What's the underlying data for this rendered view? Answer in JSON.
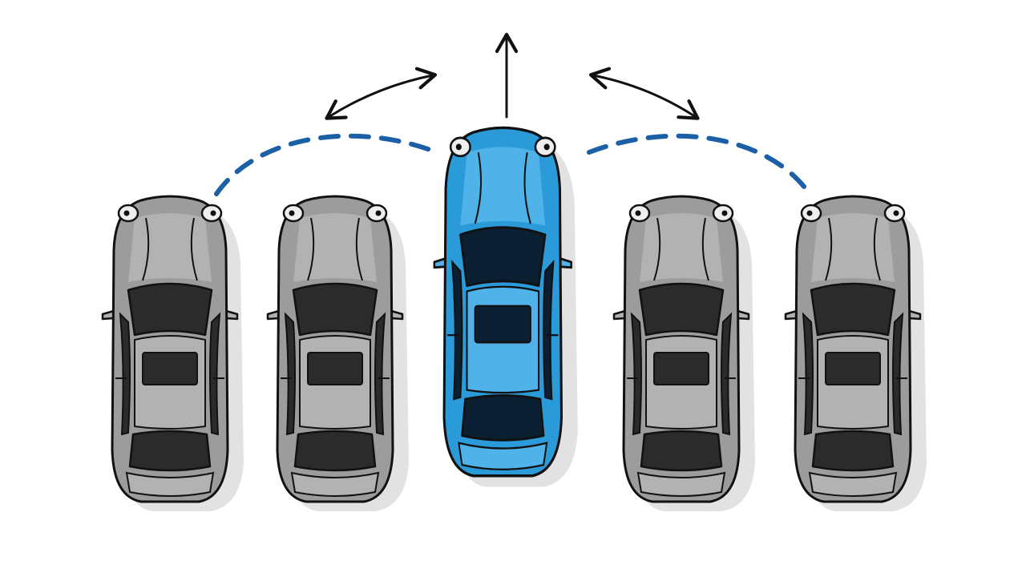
{
  "colors": {
    "background": "#ffffff",
    "outline": "#111111",
    "shadow": "#e2e2e2",
    "parked_body": "#9c9c9c",
    "parked_body_light": "#b2b2b2",
    "parked_glass": "#2b2b2b",
    "highlight_body": "#2b9ad8",
    "highlight_body_light": "#4fb3ea",
    "highlight_glass": "#0b1f33",
    "headlight": "#eeeeee",
    "path_dash": "#1b5fa6",
    "arrow": "#111111"
  },
  "cars": [
    {
      "id": "parked-car-1",
      "kind": "parked",
      "facing": "up"
    },
    {
      "id": "parked-car-2",
      "kind": "parked",
      "facing": "up"
    },
    {
      "id": "highlighted-car",
      "kind": "highlighted",
      "facing": "up"
    },
    {
      "id": "parked-car-3",
      "kind": "parked",
      "facing": "up"
    },
    {
      "id": "parked-car-4",
      "kind": "parked",
      "facing": "up"
    }
  ],
  "paths": [
    {
      "id": "maneuver-path-left",
      "style": "dashed"
    },
    {
      "id": "maneuver-path-right",
      "style": "dashed"
    }
  ],
  "arrows": [
    {
      "id": "arrow-left-curved",
      "icon": "double-headed-curved-arrow"
    },
    {
      "id": "arrow-forward",
      "icon": "up-arrow"
    },
    {
      "id": "arrow-right-curved",
      "icon": "double-headed-curved-arrow"
    }
  ]
}
